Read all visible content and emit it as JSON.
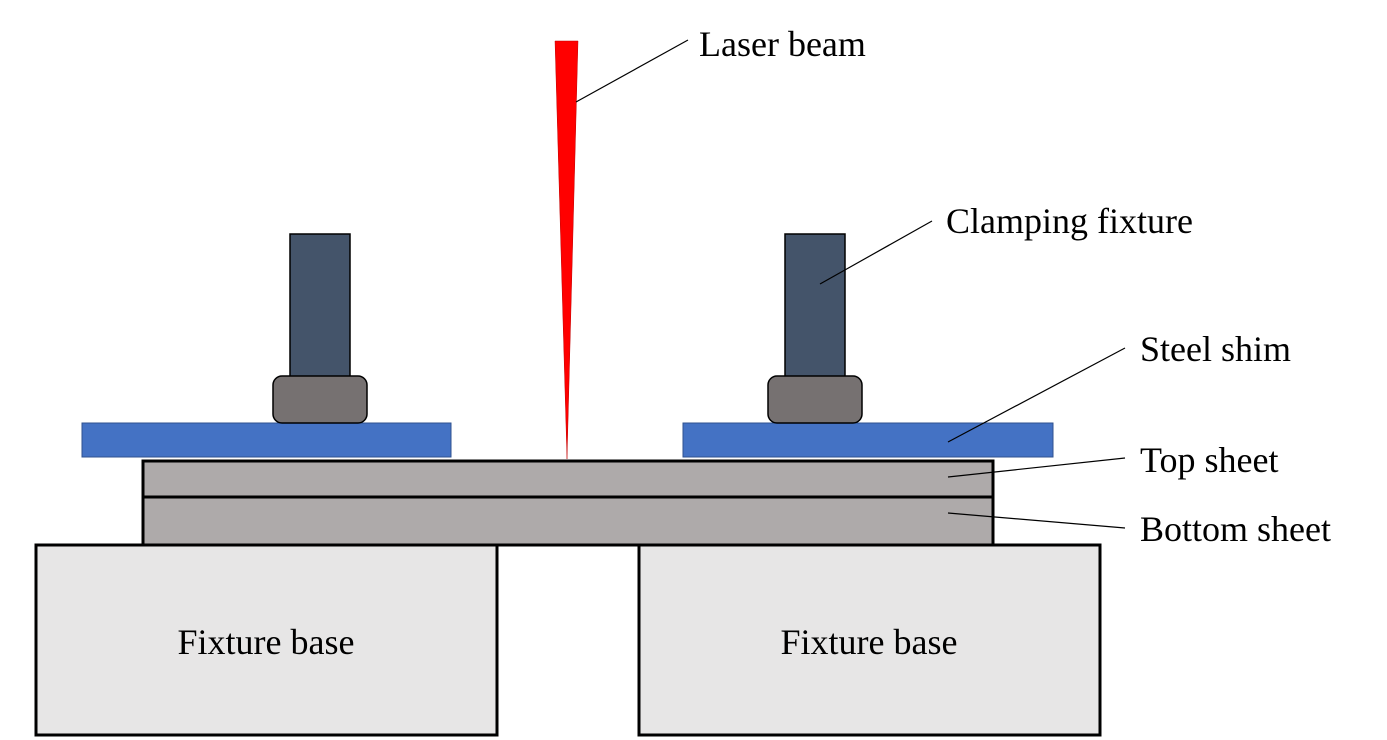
{
  "labels": {
    "laser_beam": "Laser beam",
    "clamping_fixture": "Clamping fixture",
    "steel_shim": "Steel shim",
    "top_sheet": "Top sheet",
    "bottom_sheet": "Bottom sheet",
    "fixture_base_left": "Fixture base",
    "fixture_base_right": "Fixture base"
  },
  "colors": {
    "laser_beam": "#ff0000",
    "clamp_post": "#44546a",
    "clamp_pad": "#767171",
    "steel_shim": "#4472c4",
    "sheet": "#aeaaaa",
    "fixture_base": "#e7e6e6",
    "outline": "#000000"
  }
}
